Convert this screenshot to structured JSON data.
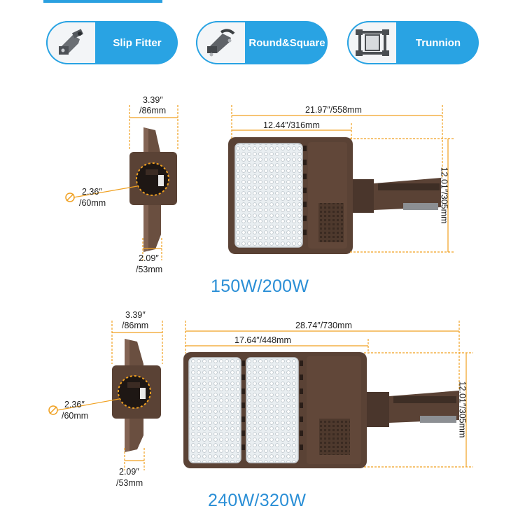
{
  "mount_options": [
    {
      "label": "Slip Fitter",
      "icon": "slip-fitter-bracket-icon"
    },
    {
      "label": "Round&Square",
      "icon": "round-square-bracket-icon"
    },
    {
      "label": "Trunnion",
      "icon": "trunnion-bracket-icon"
    }
  ],
  "model_1": {
    "side_width": "3.39″",
    "side_width_mm": "/86mm",
    "hole_diameter": "2.36″",
    "hole_diameter_mm": "/60mm",
    "arm_width": "2.09″",
    "arm_width_mm": "/53mm",
    "total_length": "21.97″/558mm",
    "panel_length": "12.44″/316mm",
    "height": "12.01″/305mm",
    "wattage": "150W/200W"
  },
  "model_2": {
    "side_width": "3.39″",
    "side_width_mm": "/86mm",
    "hole_diameter": "2.36″",
    "hole_diameter_mm": "/60mm",
    "arm_width": "2.09″",
    "arm_width_mm": "/53mm",
    "total_length": "28.74″/730mm",
    "panel_length": "17.64″/448mm",
    "height": "12.01″/305mm",
    "wattage": "240W/320W"
  },
  "colors": {
    "accent": "#29a3e3",
    "dimension": "#f0a020",
    "housing": "#5a4235",
    "title": "#2b8fd6"
  }
}
